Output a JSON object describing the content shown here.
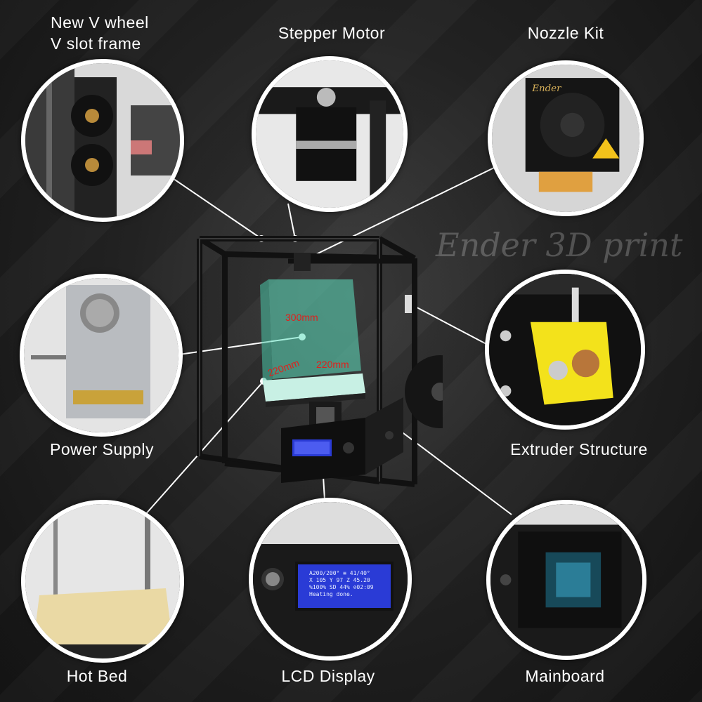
{
  "labels": {
    "v_wheel_line1": "New V wheel",
    "v_wheel_line2": "V slot frame",
    "stepper_motor": "Stepper Motor",
    "nozzle_kit": "Nozzle Kit",
    "power_supply": "Power Supply",
    "extruder_structure": "Extruder Structure",
    "hot_bed": "Hot Bed",
    "lcd_display": "LCD Display",
    "mainboard": "Mainboard"
  },
  "watermark": "Ender 3D print",
  "dimensions": {
    "height": "300mm",
    "depth": "220mm",
    "width": "220mm"
  },
  "nozzle_logo": "Ender",
  "lcd_screen": {
    "line1": "A200/200° ≡ 41/40°",
    "line2": "X 105 Y 97 Z 45.20",
    "line3": "%100% SD 44% ⊘02:09",
    "line4": "Heating done."
  },
  "colors": {
    "background": "#1e1e1e",
    "callout_border": "#ffffff",
    "build_volume": "#5fe0c0",
    "dimension_text": "#e0201c",
    "extruder_yellow": "#f3e21b",
    "lcd_blue": "#2a3bd6"
  }
}
